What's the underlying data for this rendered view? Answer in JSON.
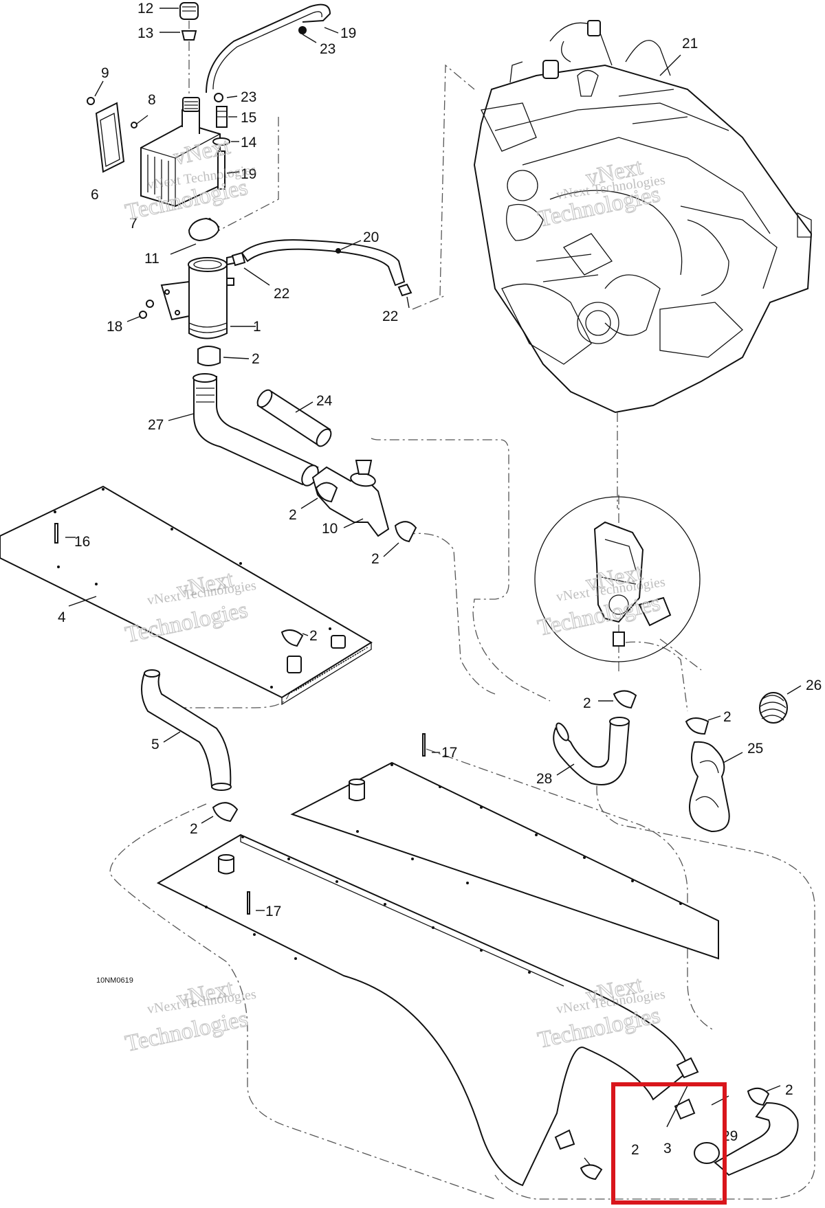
{
  "drawing_code": "10NM0619",
  "watermark": {
    "line1": "vNext Technologies",
    "line2": "vNext",
    "line3": "Technologies"
  },
  "callouts": {
    "c12": "12",
    "c13": "13",
    "c9": "9",
    "c8": "8",
    "c6": "6",
    "c7": "7",
    "c23a": "23",
    "c19a": "19",
    "c23b": "23",
    "c15": "15",
    "c14": "14",
    "c19b": "19",
    "c11": "11",
    "c18": "18",
    "c1": "1",
    "c2a": "2",
    "c20": "20",
    "c22a": "22",
    "c22b": "22",
    "c21": "21",
    "c27": "27",
    "c24": "24",
    "c2b": "2",
    "c10": "10",
    "c2c": "2",
    "c16": "16",
    "c4": "4",
    "c2d": "2",
    "c5": "5",
    "c2e": "2",
    "c26": "26",
    "c2f": "2",
    "c25": "25",
    "c28": "28",
    "c17a": "17",
    "c2g": "2",
    "c17b": "17",
    "c2h": "2",
    "c29": "29",
    "c2i": "2",
    "c3": "3"
  },
  "highlight_color": "#d9161c"
}
